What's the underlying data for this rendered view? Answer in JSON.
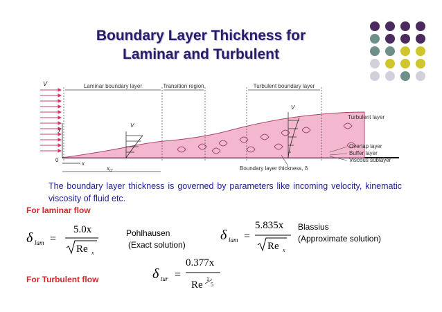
{
  "slide": {
    "title_line1": "Boundary Layer Thickness for",
    "title_line2": "Laminar and Turbulent",
    "caption": "The boundary layer thickness is governed by parameters like incoming velocity, kinematic viscosity of fluid etc.",
    "laminar_heading": "For laminar flow",
    "turbulent_heading": "For Turbulent flow",
    "pohlhausen_name": "Pohlhausen",
    "pohlhausen_desc": "(Exact solution)",
    "blassius_name": "Blassius",
    "blassius_desc": "(Approximate solution)"
  },
  "figure": {
    "laminar_region": "Laminar boundary layer",
    "transition_region": "Transition region",
    "turbulent_region": "Turbulent boundary layer",
    "velocity_label": "V",
    "y_axis": "y",
    "x_axis": "x",
    "origin": "0",
    "xcr": "x",
    "xcr_sub": "cr",
    "turbulent_layer": "Turbulent layer",
    "overlap_layer": "Overlap layer",
    "buffer_layer": "Buffer layer",
    "viscous_sublayer": "Viscous sublayer",
    "bl_thickness": "Boundary layer thickness, δ"
  },
  "equations": {
    "delta": "δ",
    "lam_sub": "lam",
    "tur_sub": "tur",
    "equals": "=",
    "pohl_num": "5.0x",
    "blas_num": "5.835x",
    "tur_num": "0.377x",
    "re": "Re",
    "x_sub": "x",
    "exp_num": "1",
    "exp_den": "5"
  },
  "colors": {
    "title": "#2b1c6a",
    "caption": "#1d1a96",
    "heading_red": "#d42a2a",
    "dot_purple": "#4b2a5e",
    "dot_teal": "#6f8f8b",
    "dot_yellow": "#cfc52d",
    "dot_grey": "#d2d0da",
    "layer_pink": "#f3b8cf"
  }
}
